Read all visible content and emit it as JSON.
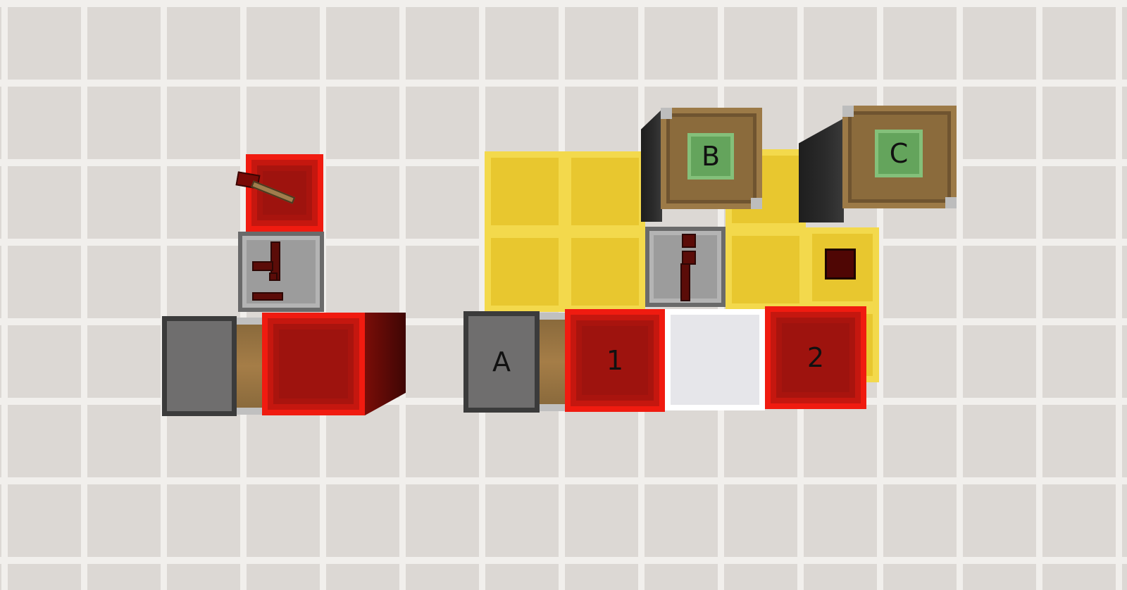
{
  "scene": {
    "labels": {
      "dropper_a": "A",
      "barrel_b": "B",
      "barrel_c": "C",
      "redstone_1": "1",
      "redstone_2": "2"
    },
    "colors": {
      "background": "#dcd8d4",
      "grid_line": "#f1efec",
      "gold": "#e8c72f",
      "redstone": "#c5170f",
      "barrel": "#8b6b3c",
      "plate": "#64a45c"
    }
  }
}
